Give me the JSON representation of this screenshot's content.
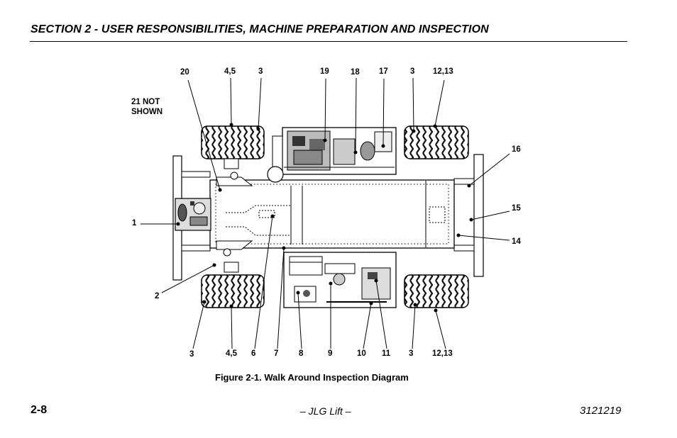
{
  "header": {
    "section_title": "SECTION 2 - USER RESPONSIBILITIES, MACHINE PREPARATION AND INSPECTION"
  },
  "figure": {
    "caption": "Figure 2-1. Walk Around Inspection Diagram",
    "note_line1": "21 NOT",
    "note_line2": "SHOWN",
    "callouts": {
      "c20": "20",
      "c45_top": "4,5",
      "c3_top_left": "3",
      "c19": "19",
      "c18": "18",
      "c17": "17",
      "c3_top_right": "3",
      "c1213_top": "12,13",
      "c16": "16",
      "c15": "15",
      "c14": "14",
      "c1": "1",
      "c2": "2",
      "c3_bottom_left": "3",
      "c45_bottom": "4,5",
      "c6": "6",
      "c7": "7",
      "c8": "8",
      "c9": "9",
      "c10": "10",
      "c11": "11",
      "c3_bottom_right": "3",
      "c1213_bottom": "12,13"
    }
  },
  "footer": {
    "page_number": "2-8",
    "center_text": "– JLG Lift –",
    "doc_number": "3121219"
  }
}
